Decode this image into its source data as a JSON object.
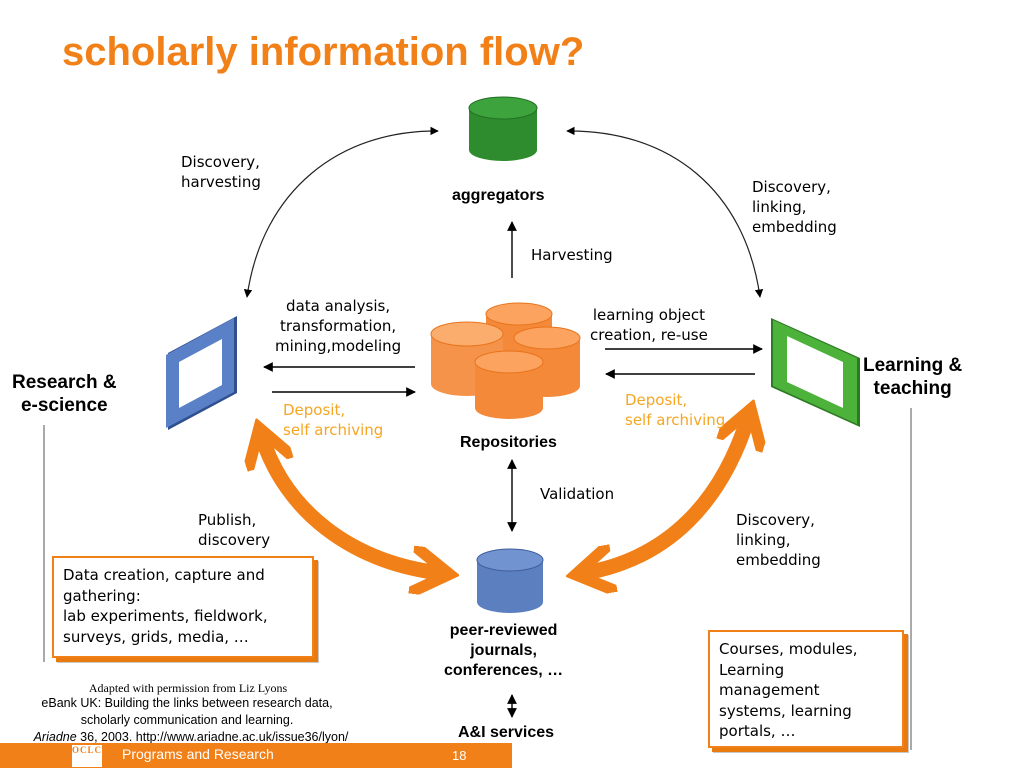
{
  "title": "scholarly information flow?",
  "nodes": {
    "aggregators": "aggregators",
    "repositories": "Repositories",
    "peer_reviewed": "peer-reviewed\njournals,\nconferences, …",
    "ai_services": "A&I services",
    "research": "Research &\ne-science",
    "learning": "Learning &\nteaching"
  },
  "flow_labels": {
    "discovery_harvesting": "Discovery,\nharvesting",
    "discovery_linking_top": "Discovery,\nlinking,\nembedding",
    "harvesting": "Harvesting",
    "data_analysis": "data analysis,\ntransformation,\nmining,modeling",
    "learning_object": "learning object\ncreation, re-use",
    "deposit_left": "Deposit,\nself archiving",
    "deposit_right": "Deposit,\nself archiving",
    "validation": "Validation",
    "publish_discovery": "Publish,\ndiscovery",
    "discovery_linking_bottom": "Discovery,\nlinking,\nembedding"
  },
  "boxes": {
    "research_box": "Data creation, capture and\ngathering:\nlab experiments, fieldwork,\nsurveys, grids, media, …",
    "learning_box": "Courses, modules,\nLearning\nmanagement\nsystems, learning\nportals, …"
  },
  "credit": {
    "line1": "Adapted with permission from Liz Lyons",
    "line2": "eBank UK: Building the links between research data,\nscholarly communication and learning.",
    "journal": "Ariadne",
    "citation": " 36, 2003. http://www.ariadne.ac.uk/issue36/lyon/"
  },
  "footer": {
    "logo": "OCLC",
    "label": "Programs and Research",
    "page": "18"
  },
  "colors": {
    "accent": "#f28018",
    "deposit_text": "#f5a623",
    "aggregators": "#2e8b2e",
    "repositories": "#f5893a",
    "journals": "#5b7fbf",
    "research_frame": "#4f74c0",
    "learning_frame": "#4cae3a"
  },
  "icons": [
    "green-database-icon",
    "orange-database-cluster-icon",
    "blue-database-icon",
    "blue-frame-icon",
    "green-frame-icon",
    "oclc-logo"
  ]
}
